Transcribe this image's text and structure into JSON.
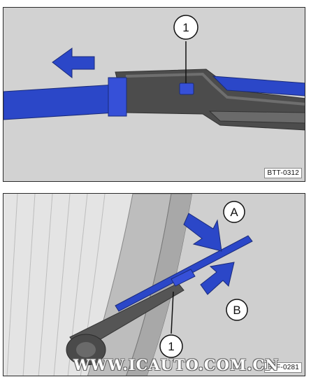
{
  "top_figure": {
    "callout_1": "1",
    "code": "BTT-0312"
  },
  "bottom_figure": {
    "callout_a": "A",
    "callout_b": "B",
    "callout_1": "1",
    "code": "B6F-0281"
  },
  "watermark": "WWW.ICAUTO.COM.CN",
  "colors": {
    "blade_blue": "#2b47c8",
    "arrow_blue": "#2b47c8",
    "panel_gray": "#d2d2d2",
    "dark_gray": "#4a4a4a"
  }
}
